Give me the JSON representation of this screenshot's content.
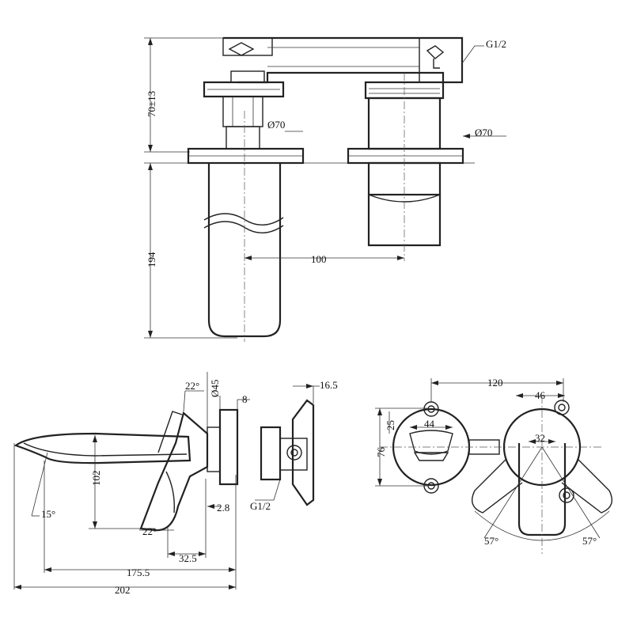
{
  "labels": {
    "thread_top": "G1/2",
    "thread_side": "G1/2",
    "dia_left": "Ø70",
    "dia_right": "Ø70",
    "height_range": "70±13",
    "height_spout": "194",
    "center_distance": "100",
    "angle_top": "22°",
    "dia_plate": "Ø45",
    "plate_thickness": "8",
    "body_depth": "16.5",
    "handle_height": "102",
    "angle_spout": "15°",
    "angle_lever": "22°",
    "gap": "2.8",
    "handle_width": "32.5",
    "spout_reach": "175.5",
    "overall_length": "202",
    "spacing_120": "120",
    "spacing_46": "46",
    "height_76": "76",
    "height_25": "25",
    "width_44": "44",
    "width_32": "32",
    "rotation_left": "57°",
    "rotation_right": "57°"
  }
}
